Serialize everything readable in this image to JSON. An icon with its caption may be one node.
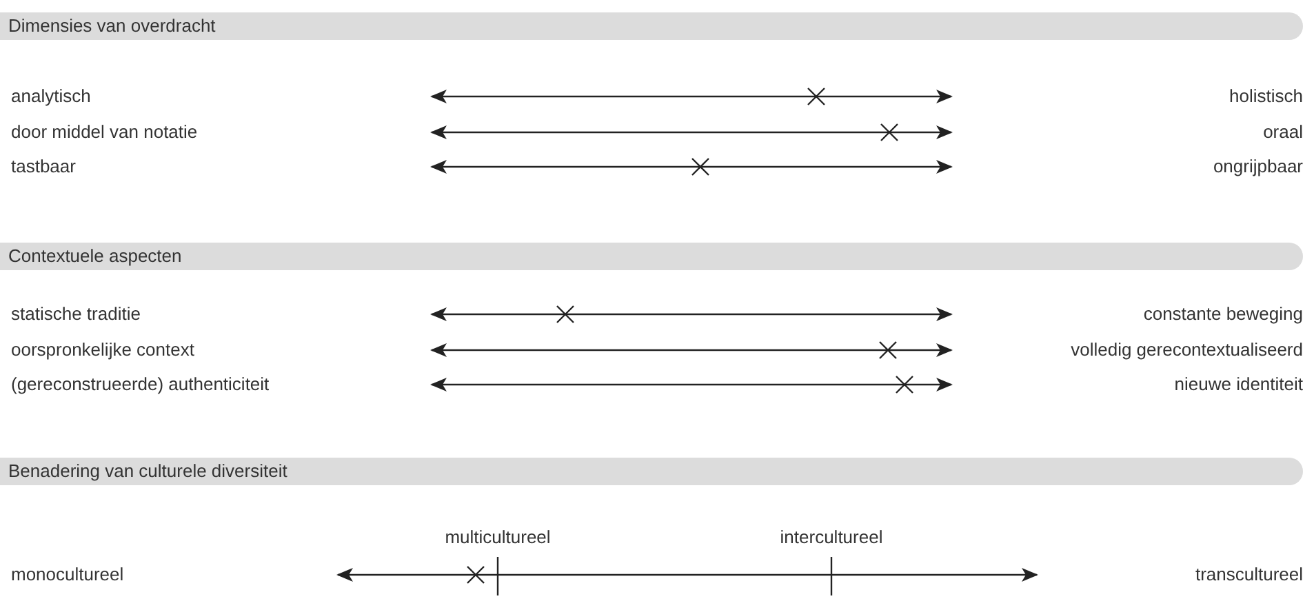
{
  "diagram": {
    "nodes": [
      {
        "text": [
          "Dimensies van overdracht"
        ]
      },
      {
        "text": [
          "Contextuele aspecten"
        ]
      },
      {
        "text": [
          "Benadering van culturele diversiteit"
        ]
      }
    ],
    "labels": [
      "analytisch",
      "holistisch",
      "door middel van notatie",
      "oraal",
      "tastbaar",
      "ongrijpbaar",
      "statische traditie",
      "constante beweging",
      "oorspronkelijke context",
      "volledig gerecontextualiseerd",
      "(gereconstrueerde) authenticiteit",
      "nieuwe identiteit",
      "multicultureel",
      "intercultureel",
      "monocultureel",
      "transcultureel"
    ]
  }
}
